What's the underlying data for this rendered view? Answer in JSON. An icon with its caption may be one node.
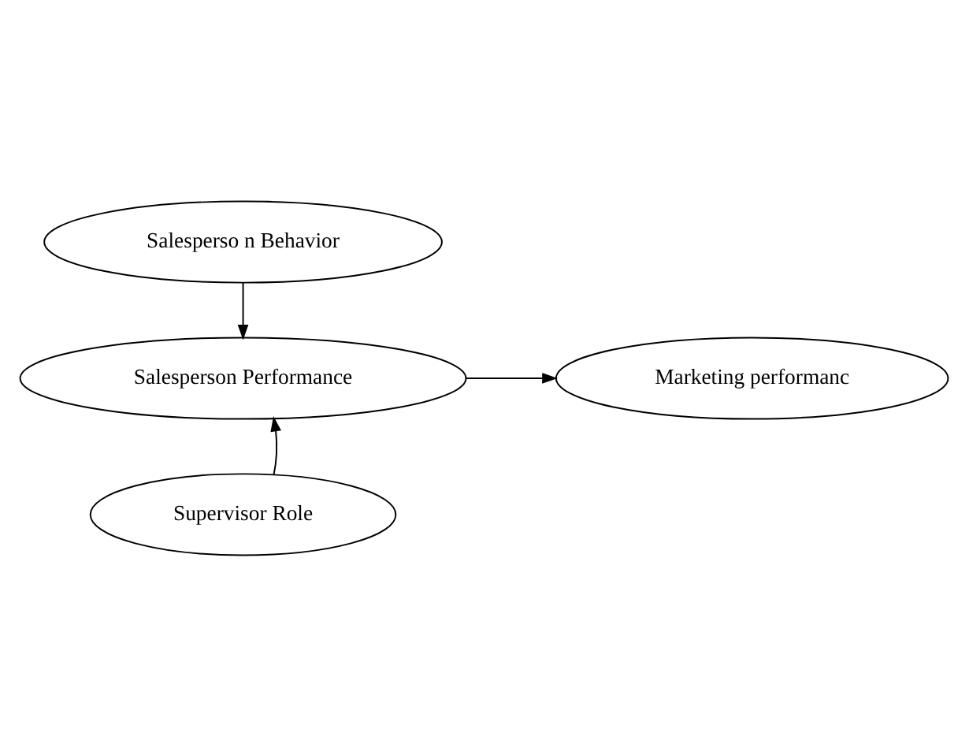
{
  "diagram": {
    "nodes": [
      {
        "text": [
          "Salesperso n Behavior"
        ]
      },
      {
        "text": [
          "Salesperson Performance"
        ]
      },
      {
        "text": [
          "Marketing performanc"
        ]
      },
      {
        "text": [
          "Supervisor Role"
        ]
      }
    ],
    "edges": [
      {
        "from": 0,
        "to": 1,
        "arrow": "to"
      },
      {
        "from": 1,
        "to": 2,
        "arrow": "to"
      },
      {
        "from": 3,
        "to": 1,
        "arrow": "to"
      }
    ]
  }
}
